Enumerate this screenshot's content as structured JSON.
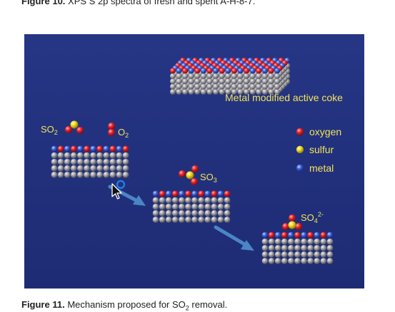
{
  "captions": {
    "top": {
      "label": "Figure 10.",
      "text": " XPS S 2p spectra of fresh and spent A-H-8-7."
    },
    "bottom": {
      "label": "Figure 11.",
      "text": " Mechanism proposed for SO",
      "sub": "2",
      "tail": " removal."
    }
  },
  "diagram": {
    "background": "#23317f",
    "title": "Metal modified active coke",
    "legend": [
      {
        "label": "oxygen",
        "color": "#e0202a"
      },
      {
        "label": "sulfur",
        "color": "#f2dc1e"
      },
      {
        "label": "metal",
        "color": "#3a5dd8"
      }
    ],
    "molecules": {
      "so2": {
        "base": "SO",
        "sub": "2",
        "sup": ""
      },
      "o2": {
        "base": "O",
        "sub": "2",
        "sup": ""
      },
      "so3": {
        "base": "SO",
        "sub": "3",
        "sup": ""
      },
      "so4": {
        "base": "SO",
        "sub": "4",
        "sup": "2-"
      }
    },
    "colors": {
      "carbon": "#8d8d93",
      "arrow": "#4a86c6",
      "cursor_ring": "#1e7de8",
      "label_text": "#f2e35a"
    }
  }
}
